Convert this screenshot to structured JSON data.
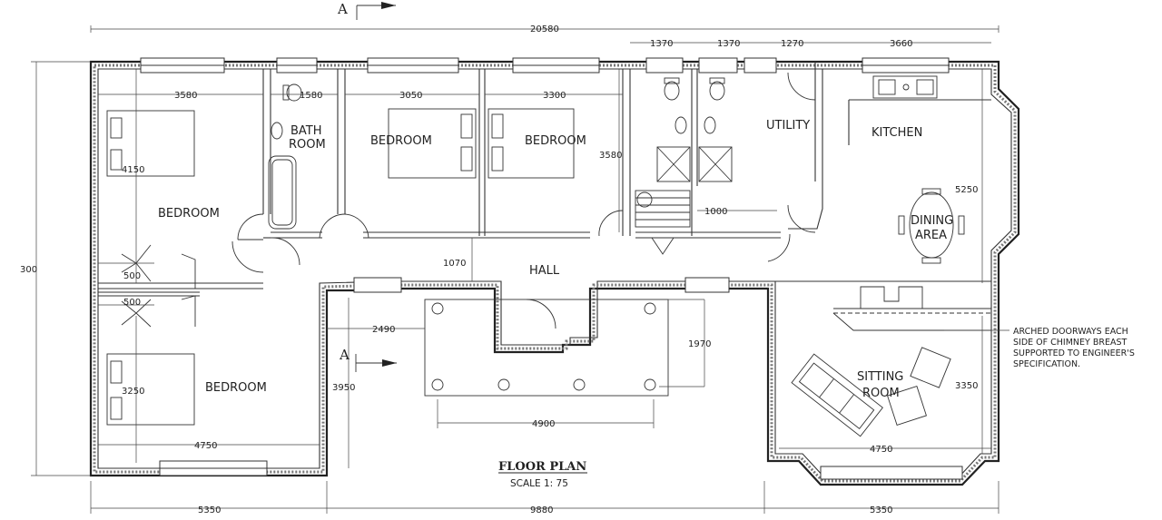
{
  "section_marker": "A",
  "rooms": {
    "bedroom_1": "BEDROOM",
    "bath_1": "BATH",
    "bath_2": "ROOM",
    "bedroom_2": "BEDROOM",
    "bedroom_3": "BEDROOM",
    "utility": "UTILITY",
    "kitchen": "KITCHEN",
    "dining_1": "DINING",
    "dining_2": "AREA",
    "hall": "HALL",
    "bedroom_4": "BEDROOM",
    "sitting_1": "SITTING",
    "sitting_2": "ROOM"
  },
  "dimensions": {
    "overall_width": "20580",
    "top_1370_a": "1370",
    "top_1370_b": "1370",
    "top_1270": "1270",
    "top_3660": "3660",
    "d3580_a": "3580",
    "d1580": "1580",
    "d3050": "3050",
    "d3300": "3300",
    "d3580_b": "3580",
    "d4150": "4150",
    "d5250": "5250",
    "d1000": "1000",
    "d1070": "1070",
    "d500_a": "500",
    "d500_b": "500",
    "d2490": "2490",
    "d3950": "3950",
    "d1970": "1970",
    "d3250": "3250",
    "d3350": "3350",
    "d4900": "4900",
    "d4750_a": "4750",
    "d4750_b": "4750",
    "bottom_5350_a": "5350",
    "bottom_9880": "9880",
    "bottom_5350_b": "5350",
    "overall_height": "300"
  },
  "note": {
    "line1": "ARCHED DOORWAYS EACH",
    "line2": "SIDE OF CHIMNEY BREAST",
    "line3": "SUPPORTED TO ENGINEER'S",
    "line4": "SPECIFICATION."
  },
  "title": {
    "main": "FLOOR PLAN",
    "scale": "SCALE 1: 75"
  }
}
